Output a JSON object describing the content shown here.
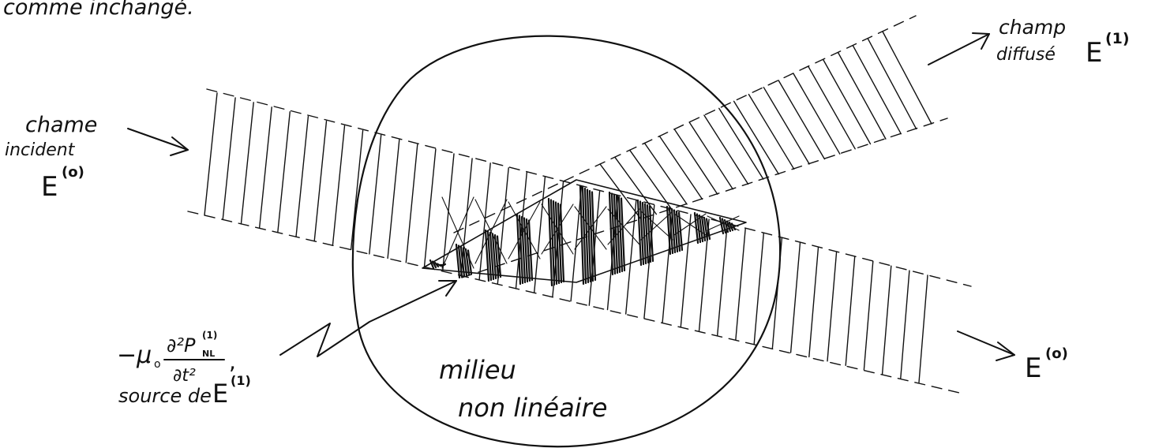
{
  "header_text": "comme inchangé.",
  "labels": {
    "incident": {
      "line1": "chame",
      "line2": "incident",
      "symbol": "E",
      "sup": "(o)"
    },
    "scattered": {
      "line1": "champ",
      "line2": "diffusé",
      "symbol": "E",
      "sup": "(1)"
    },
    "transmitted": {
      "symbol": "E",
      "sup": "(o)"
    },
    "source": {
      "mu": "−μ",
      "mu_sub": "o",
      "numerator": "∂²P",
      "num_sub": "NL",
      "num_sup": "(1)",
      "denominator": "∂t²",
      "comma": ",",
      "line2": "source de",
      "symbol": "E",
      "sup": "(1)"
    },
    "medium": {
      "line1": "milieu",
      "line2": "non linéaire"
    }
  },
  "colors": {
    "ink": "#111111",
    "background": "#ffffff"
  }
}
